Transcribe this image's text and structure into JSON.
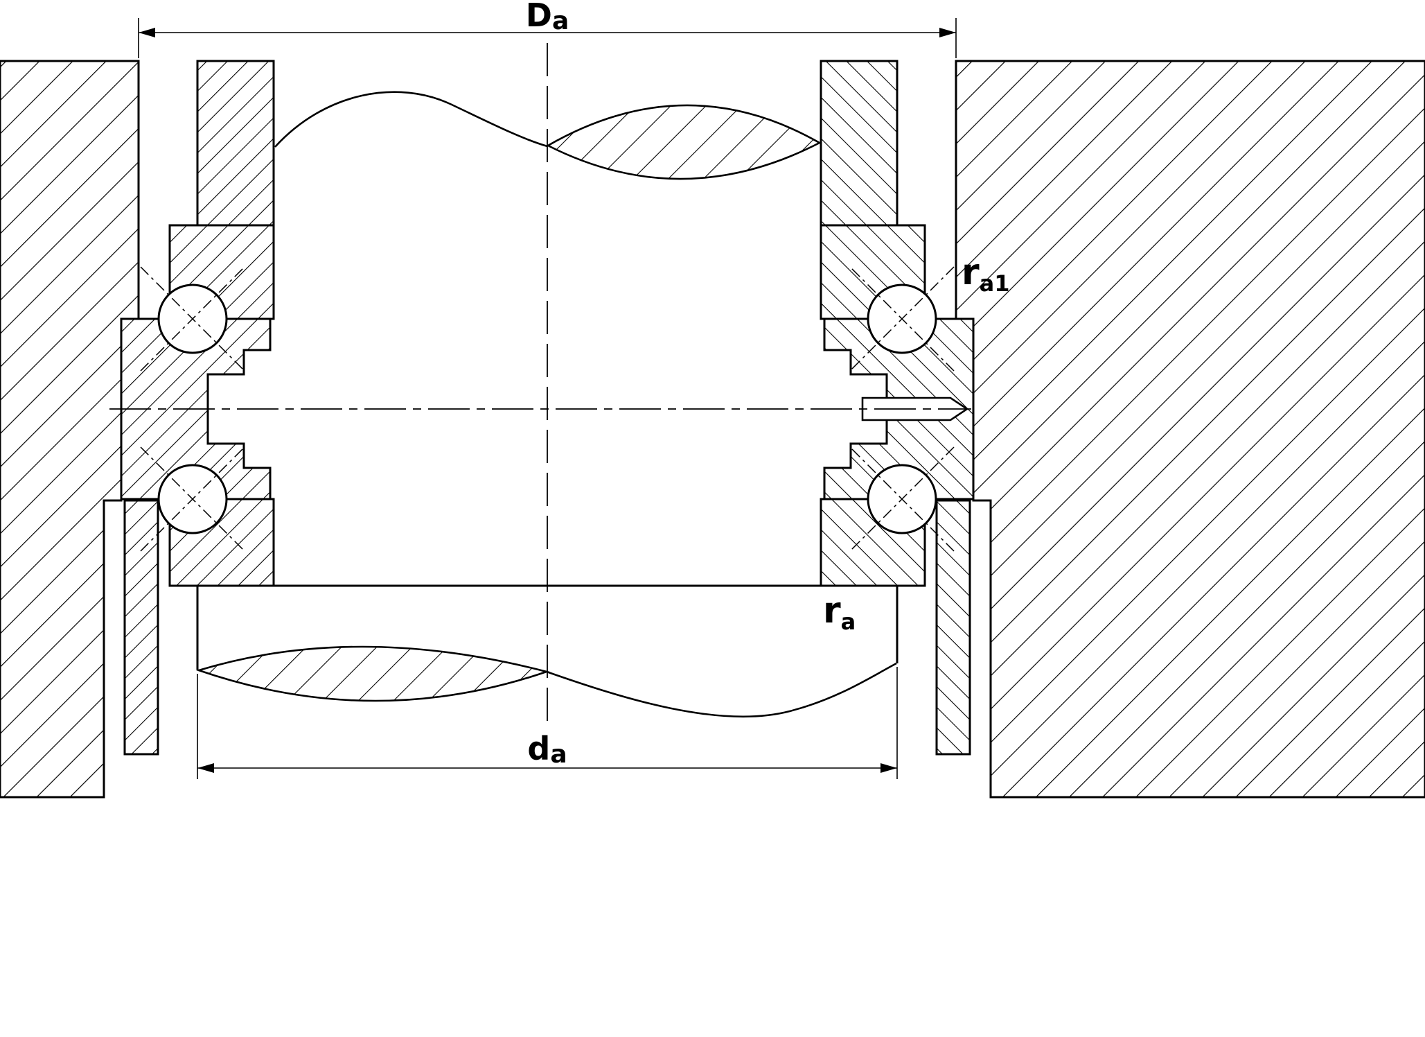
{
  "colors": {
    "background": "#ffffff",
    "line": "#000000"
  },
  "labels": {
    "Da": {
      "main": "D",
      "sub": "a"
    },
    "da": {
      "main": "d",
      "sub": "a"
    },
    "ra": {
      "main": "r",
      "sub": "a"
    },
    "ra1": {
      "main": "r",
      "sub": "a1"
    }
  }
}
